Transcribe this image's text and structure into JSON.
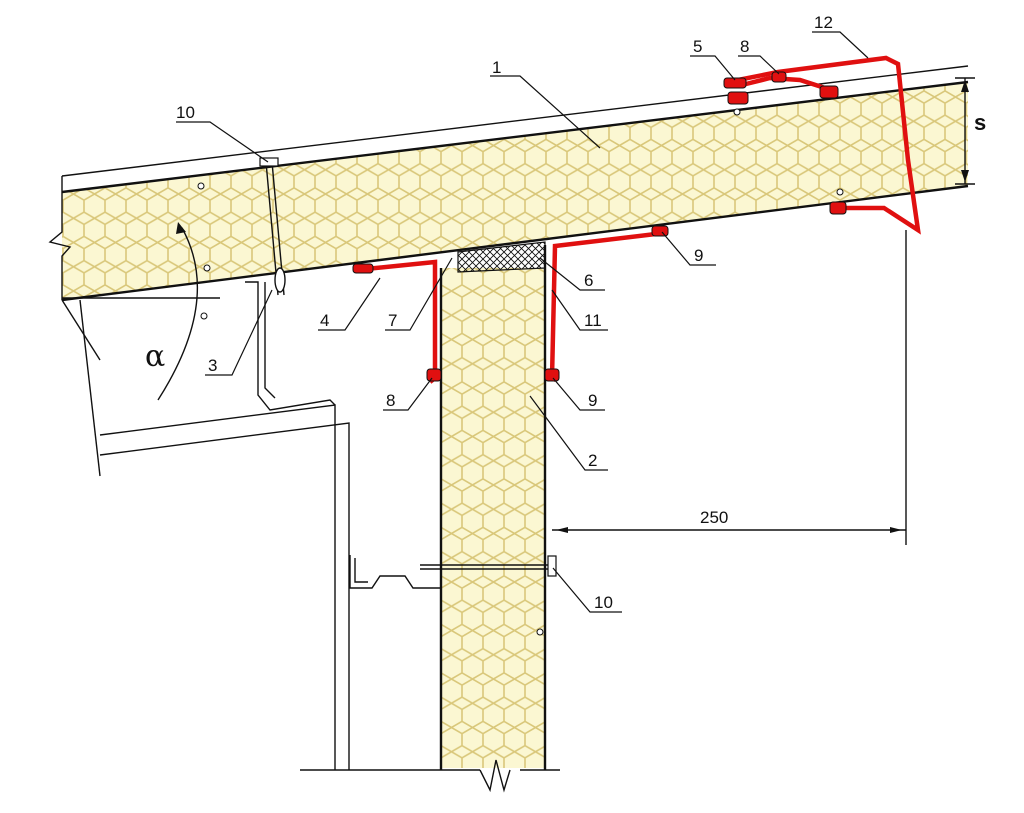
{
  "callouts": [
    {
      "id": "c1",
      "text": "1"
    },
    {
      "id": "c2",
      "text": "2"
    },
    {
      "id": "c3",
      "text": "3"
    },
    {
      "id": "c4",
      "text": "4"
    },
    {
      "id": "c5",
      "text": "5"
    },
    {
      "id": "c6",
      "text": "6"
    },
    {
      "id": "c7",
      "text": "7"
    },
    {
      "id": "c8a",
      "text": "8"
    },
    {
      "id": "c8b",
      "text": "8"
    },
    {
      "id": "c9a",
      "text": "9"
    },
    {
      "id": "c9b",
      "text": "9"
    },
    {
      "id": "c10a",
      "text": "10"
    },
    {
      "id": "c10b",
      "text": "10"
    },
    {
      "id": "c11",
      "text": "11"
    },
    {
      "id": "c12",
      "text": "12"
    }
  ],
  "dimension_250": "250",
  "thickness_symbol": "s",
  "angle_symbol": "α",
  "colors": {
    "insulation_fill": "#fbf7d2",
    "honeycomb_stroke": "#d9c77a",
    "flashing": "#e01010",
    "outline": "#111111"
  }
}
